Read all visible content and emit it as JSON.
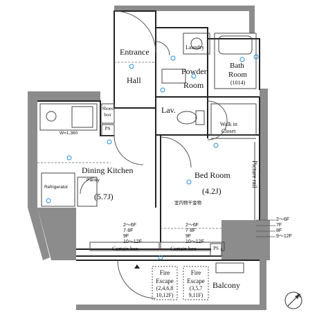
{
  "rooms": {
    "entrance": "Entrance",
    "laundry": "Laundry",
    "bathroom_line1": "Bath",
    "bathroom_line2": "Room",
    "bathroom_size": "(1014)",
    "hall": "Hall",
    "powder_line1": "Powder",
    "powder_line2": "Room",
    "lav": "Lav.",
    "walkin_line1": "Walk in",
    "walkin_line2": "Closet",
    "dining": "Dining Kitchen",
    "dining_size": "(5.7J)",
    "bedroom": "Bed Room",
    "bedroom_size": "(4.2J)",
    "indoor_hardware": "室内物干金物",
    "picture_rail": "Picture rail",
    "refrigerator": "Refrigerator",
    "pantry": "Pantry",
    "balcony": "Balcony"
  },
  "labels": {
    "shoes_box_line1": "Shoes",
    "shoes_box_line2": "box",
    "ps_left": "PS",
    "ps_right": "PS",
    "width": "W=1,360",
    "curtain_left": "Curtain box",
    "curtain_right": "Curtain box"
  },
  "fire_escapes": [
    {
      "title1": "Fire",
      "title2": "Escape",
      "floors1": "(2,4,6,8",
      "floors2": "10,12F)"
    },
    {
      "title1": "Fire",
      "title2": "Escape",
      "floors1": "(3,5,7",
      "floors2": "9,11F)"
    }
  ],
  "floor_notes_left": [
    "2～6F",
    "7·8F",
    "9F",
    "10～12F"
  ],
  "floor_notes_right": [
    "2～6F",
    "7·8F",
    "9F",
    "10～12F"
  ],
  "floor_notes_outer": [
    "2～6F",
    "7F",
    "8F",
    "9～12F"
  ],
  "compass": "N"
}
